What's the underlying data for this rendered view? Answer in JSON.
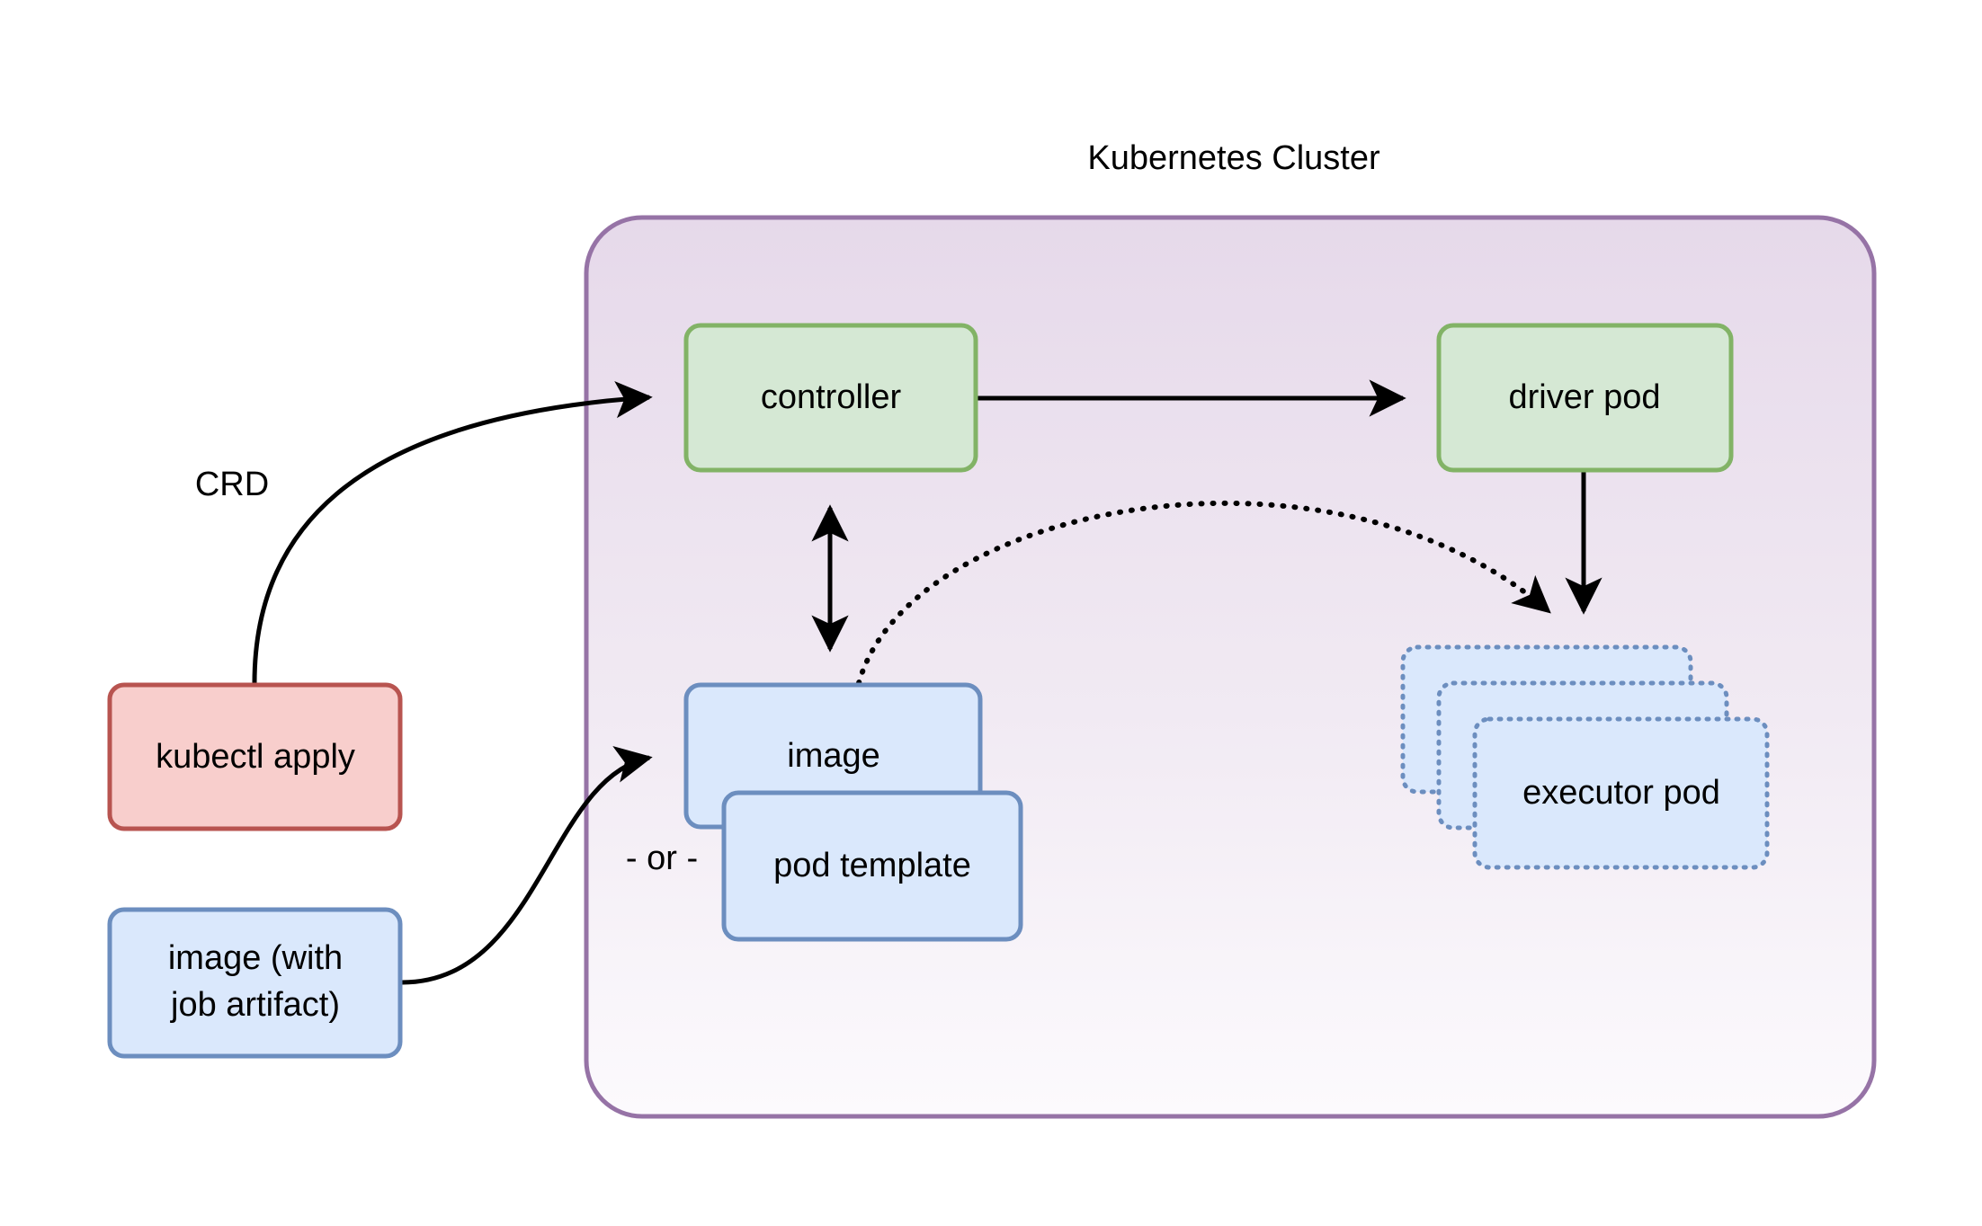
{
  "diagram": {
    "title": "Kubernetes Cluster",
    "cluster": {
      "label": "Kubernetes Cluster",
      "border_color": "#9673a6",
      "fill_top": "#e6d9ea",
      "fill_bottom": "#fcfafd"
    },
    "nodes": [
      {
        "id": "controller",
        "label": "controller",
        "fill": "#d5e8d4",
        "stroke": "#82b366",
        "style": "solid"
      },
      {
        "id": "driver-pod",
        "label": "driver pod",
        "fill": "#d5e8d4",
        "stroke": "#82b366",
        "style": "solid"
      },
      {
        "id": "kubectl-apply",
        "label": "kubectl apply",
        "fill": "#f8cecc",
        "stroke": "#b85450",
        "style": "solid"
      },
      {
        "id": "image-with-job-artifact",
        "label_line1": "image (with",
        "label_line2": "job artifact)",
        "fill": "#dae8fc",
        "stroke": "#6c8ebf",
        "style": "solid"
      },
      {
        "id": "image",
        "label": "image",
        "fill": "#dae8fc",
        "stroke": "#6c8ebf",
        "style": "solid"
      },
      {
        "id": "pod-template",
        "label": "pod template",
        "fill": "#dae8fc",
        "stroke": "#6c8ebf",
        "style": "solid"
      },
      {
        "id": "executor-pod-back",
        "label": "executor pod",
        "fill": "#dae8fc",
        "stroke": "#6c8ebf",
        "style": "dotted"
      },
      {
        "id": "executor-pod-middle",
        "label": "executor pod",
        "fill": "#dae8fc",
        "stroke": "#6c8ebf",
        "style": "dotted"
      },
      {
        "id": "executor-pod-front",
        "label": "executor pod",
        "fill": "#dae8fc",
        "stroke": "#6c8ebf",
        "style": "dotted"
      }
    ],
    "edges": [
      {
        "id": "crd-edge",
        "label": "CRD",
        "from": "kubectl-apply",
        "to": "controller",
        "style": "solid"
      },
      {
        "id": "controller-to-driver",
        "label": "",
        "from": "controller",
        "to": "driver-pod",
        "style": "solid"
      },
      {
        "id": "controller-image-bidirectional",
        "label": "",
        "from": "controller",
        "to": "image",
        "style": "solid-bidirectional"
      },
      {
        "id": "image-to-executor",
        "label": "",
        "from": "image",
        "to": "executor-pod-back",
        "style": "dotted"
      },
      {
        "id": "driver-to-executor",
        "label": "",
        "from": "driver-pod",
        "to": "executor-pod-back",
        "style": "solid"
      },
      {
        "id": "artifact-to-image",
        "label": "- or -",
        "from": "image-with-job-artifact",
        "to": "image",
        "style": "solid"
      }
    ],
    "labels": {
      "crd": "CRD",
      "or": "- or -"
    }
  }
}
